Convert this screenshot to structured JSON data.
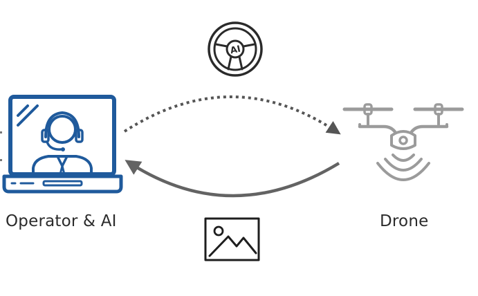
{
  "nodes": {
    "operator": {
      "label": "Operator & AI",
      "icon": "laptop-operator-headset-icon",
      "color": "#1f5a9c"
    },
    "drone": {
      "label": "Drone",
      "icon": "drone-signal-icon",
      "color": "#9b9b9b"
    }
  },
  "links": {
    "control": {
      "from": "operator",
      "to": "drone",
      "style": "dotted",
      "icon": "ai-steering-wheel-icon",
      "icon_text": "AI",
      "color": "#555555"
    },
    "feedback": {
      "from": "drone",
      "to": "operator",
      "style": "solid",
      "icon": "image-icon",
      "color": "#636363"
    }
  }
}
